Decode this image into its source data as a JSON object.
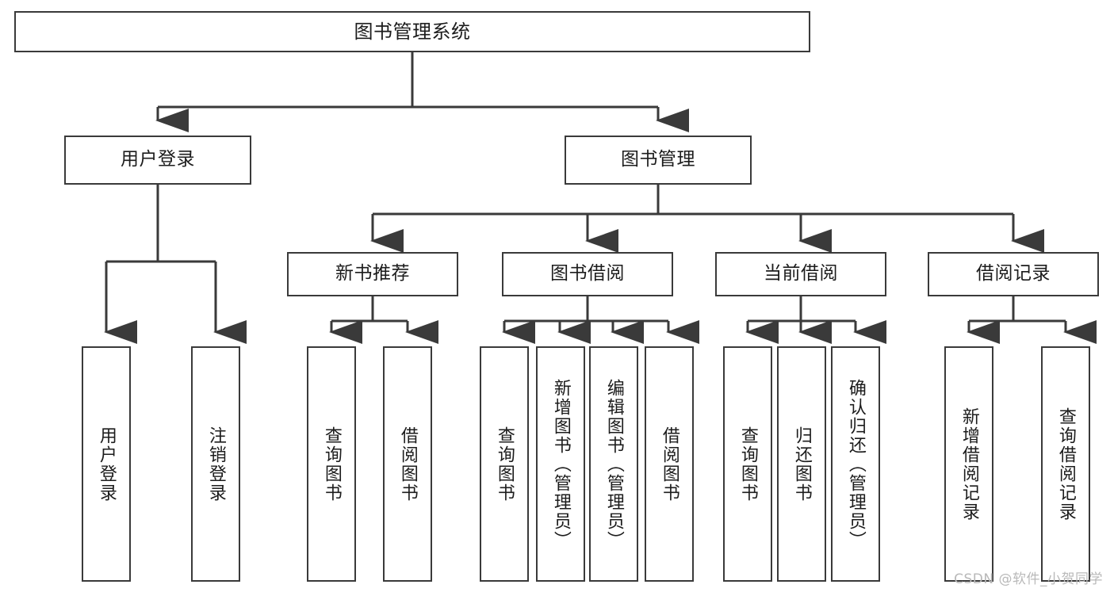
{
  "diagram": {
    "title": "图书管理系统",
    "type": "tree-hierarchy",
    "watermark": "CSDN @软件_小贺同学",
    "colors": {
      "stroke": "#3a3a3a",
      "fill": "#ffffff",
      "text": "#1c1c1c",
      "watermark": "#b9b9b9"
    },
    "levels": {
      "root": {
        "label": "图书管理系统"
      },
      "level2": [
        {
          "label": "用户登录"
        },
        {
          "label": "图书管理"
        }
      ],
      "level3": [
        {
          "label": "新书推荐"
        },
        {
          "label": "图书借阅"
        },
        {
          "label": "当前借阅"
        },
        {
          "label": "借阅记录"
        }
      ],
      "leaves": [
        {
          "label": "用户登录",
          "parent": "用户登录"
        },
        {
          "label": "注销登录",
          "parent": "用户登录"
        },
        {
          "label": "查询图书",
          "parent": "新书推荐"
        },
        {
          "label": "借阅图书",
          "parent": "新书推荐"
        },
        {
          "label": "查询图书",
          "parent": "图书借阅"
        },
        {
          "label": "新增图书（管理员）",
          "parent": "图书借阅"
        },
        {
          "label": "编辑图书（管理员）",
          "parent": "图书借阅"
        },
        {
          "label": "借阅图书",
          "parent": "图书借阅"
        },
        {
          "label": "查询图书",
          "parent": "当前借阅"
        },
        {
          "label": "归还图书",
          "parent": "当前借阅"
        },
        {
          "label": "确认归还（管理员）",
          "parent": "当前借阅"
        },
        {
          "label": "新增借阅记录",
          "parent": "借阅记录"
        },
        {
          "label": "查询借阅记录",
          "parent": "借阅记录"
        }
      ]
    }
  }
}
